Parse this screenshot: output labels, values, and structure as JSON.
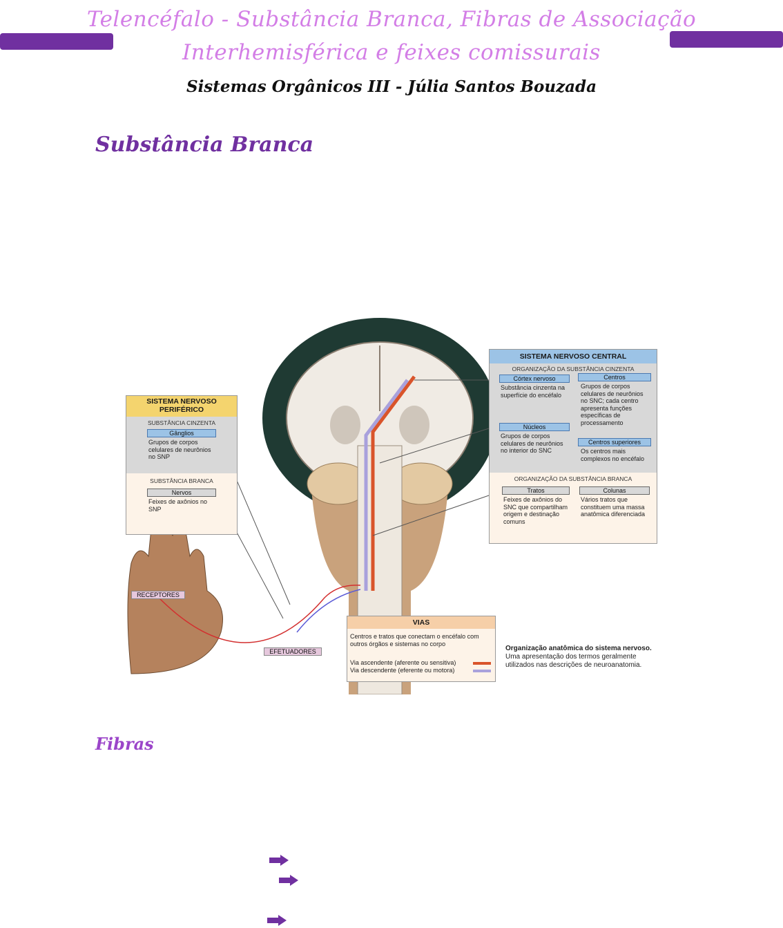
{
  "header": {
    "title_line1": "Telencéfalo - Substância Branca, Fibras de Associação",
    "title_line2": "Interhemisférica e feixes comissurais",
    "subtitle": "Sistemas Orgânicos III - Júlia Santos Bouzada",
    "accent_color": "#7030a0",
    "title_color": "#d37ee6"
  },
  "sections": {
    "white_matter": "Substância Branca",
    "fibers": "Fibras"
  },
  "figure": {
    "snp": {
      "title_line1": "SISTEMA NERVOSO",
      "title_line2": "PERIFÉRICO",
      "gray_caption": "SUBSTÂNCIA CINZENTA",
      "ganglia_label": "Gânglios",
      "ganglia_text": "Grupos de corpos celulares de neurônios no SNP",
      "white_caption": "SUBSTÂNCIA BRANCA",
      "nerves_label": "Nervos",
      "nerves_text": "Feixes de axônios no SNP"
    },
    "snc": {
      "title": "SISTEMA NERVOSO CENTRAL",
      "gray_caption": "ORGANIZAÇÃO DA SUBSTÂNCIA CINZENTA",
      "cortex_label": "Córtex nervoso",
      "cortex_text": "Substância cinzenta na superfície do encéfalo",
      "centers_label": "Centros",
      "centers_text": "Grupos de corpos celulares de neurônios no SNC; cada centro apresenta funções específicas de processamento",
      "nuclei_label": "Núcleos",
      "nuclei_text": "Grupos de corpos celulares de neurônios no interior do SNC",
      "higher_centers_label": "Centros superiores",
      "higher_centers_text": "Os centros mais complexos no encéfalo",
      "white_caption": "ORGANIZAÇÃO DA SUBSTÂNCIA BRANCA",
      "tracts_label": "Tratos",
      "tracts_text": "Feixes de axônios do SNC que compartilham origem e destinação comuns",
      "columns_label": "Colunas",
      "columns_text": "Vários tratos que constituem uma massa anatômica diferenciada"
    },
    "receptors": "RECEPTORES",
    "effectors": "EFETUADORES",
    "pathways": {
      "title": "VIAS",
      "text": "Centros e tratos que conectam o encéfalo com outros órgãos e sistemas no corpo",
      "ascending": "Via ascendente (aferente ou sensitiva)",
      "descending": "Via descendente (eferente ou motora)",
      "ascending_color": "#d9542b",
      "descending_color": "#a9a1dc"
    },
    "caption_bold": "Organização anatômica do sistema nervoso.",
    "caption_text": "Uma apresentação dos termos geralmente utilizados nas descrições de neuroanatomia."
  },
  "bullets": [
    {
      "icon": "arrow-right-icon"
    },
    {
      "icon": "arrow-right-icon"
    },
    {
      "icon": "arrow-right-icon"
    }
  ]
}
